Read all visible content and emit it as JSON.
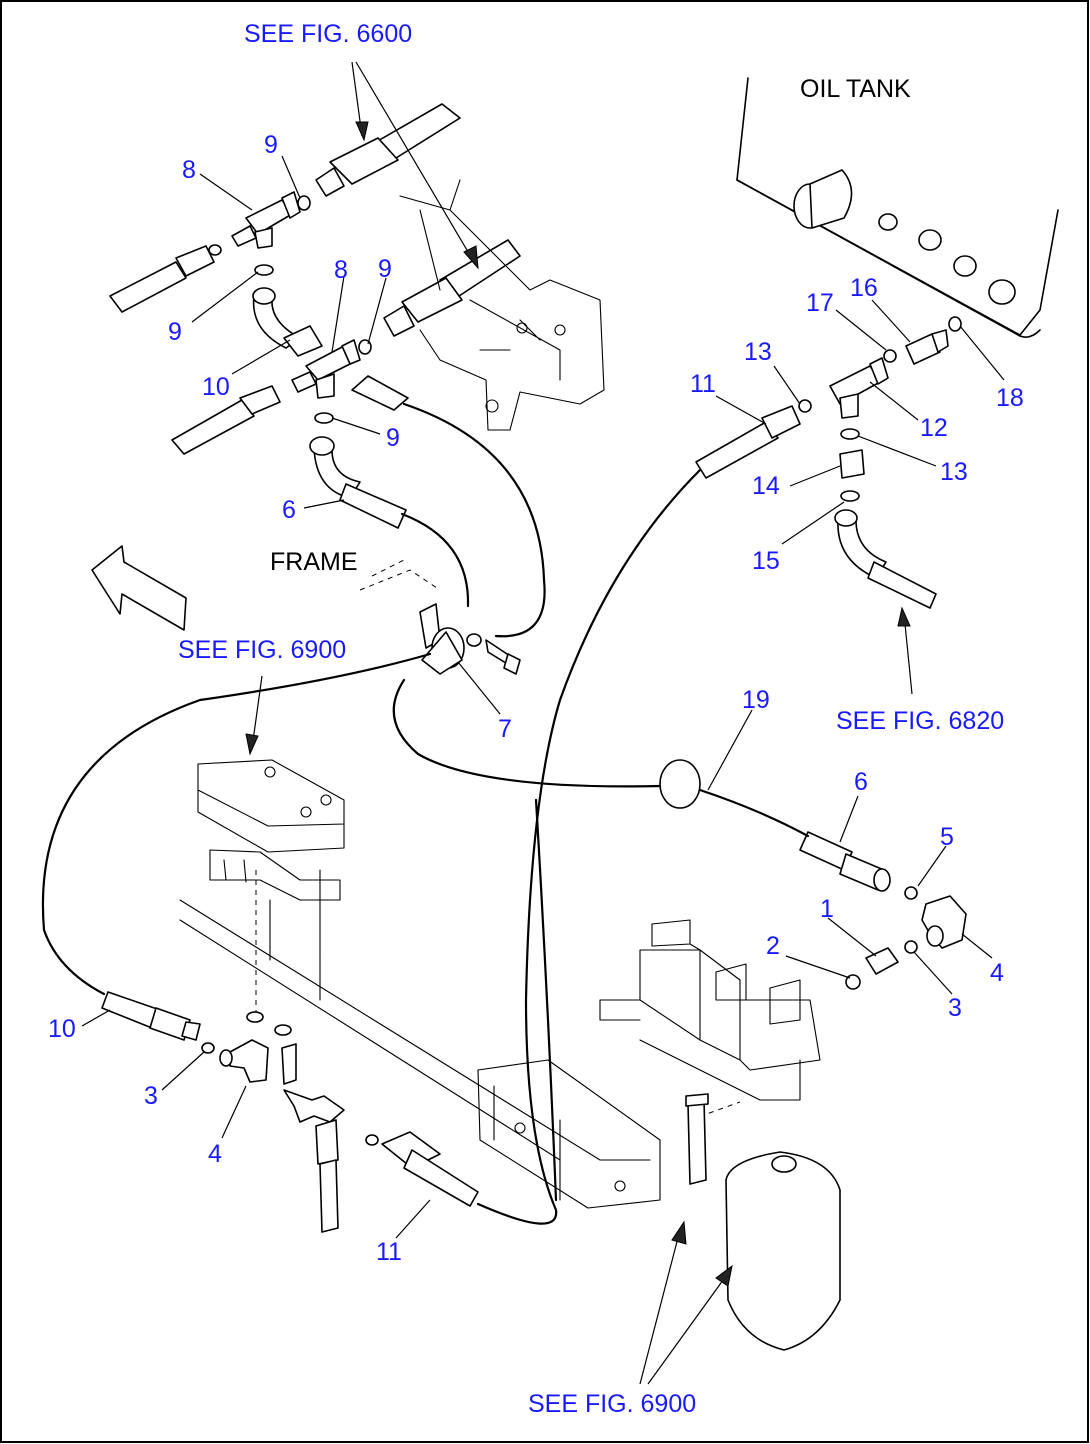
{
  "labels": {
    "oil_tank": "OIL TANK",
    "frame": "FRAME"
  },
  "references": {
    "fig_6600": "SEE FIG. 6600",
    "fig_6900_upper": "SEE FIG. 6900",
    "fig_6820": "SEE FIG. 6820",
    "fig_6900_lower": "SEE FIG. 6900"
  },
  "callouts": [
    {
      "id": "c-9a",
      "text": "9"
    },
    {
      "id": "c-8a",
      "text": "8"
    },
    {
      "id": "c-9b",
      "text": "9"
    },
    {
      "id": "c-8b",
      "text": "8"
    },
    {
      "id": "c-9c",
      "text": "9"
    },
    {
      "id": "c-10a",
      "text": "10"
    },
    {
      "id": "c-9d",
      "text": "9"
    },
    {
      "id": "c-6a",
      "text": "6"
    },
    {
      "id": "c-7",
      "text": "7"
    },
    {
      "id": "c-16",
      "text": "16"
    },
    {
      "id": "c-17",
      "text": "17"
    },
    {
      "id": "c-13a",
      "text": "13"
    },
    {
      "id": "c-11a",
      "text": "11"
    },
    {
      "id": "c-18",
      "text": "18"
    },
    {
      "id": "c-12",
      "text": "12"
    },
    {
      "id": "c-13b",
      "text": "13"
    },
    {
      "id": "c-14",
      "text": "14"
    },
    {
      "id": "c-15",
      "text": "15"
    },
    {
      "id": "c-19",
      "text": "19"
    },
    {
      "id": "c-6b",
      "text": "6"
    },
    {
      "id": "c-5",
      "text": "5"
    },
    {
      "id": "c-1",
      "text": "1"
    },
    {
      "id": "c-2",
      "text": "2"
    },
    {
      "id": "c-4a",
      "text": "4"
    },
    {
      "id": "c-3a",
      "text": "3"
    },
    {
      "id": "c-10b",
      "text": "10"
    },
    {
      "id": "c-3b",
      "text": "3"
    },
    {
      "id": "c-4b",
      "text": "4"
    },
    {
      "id": "c-11b",
      "text": "11"
    }
  ]
}
